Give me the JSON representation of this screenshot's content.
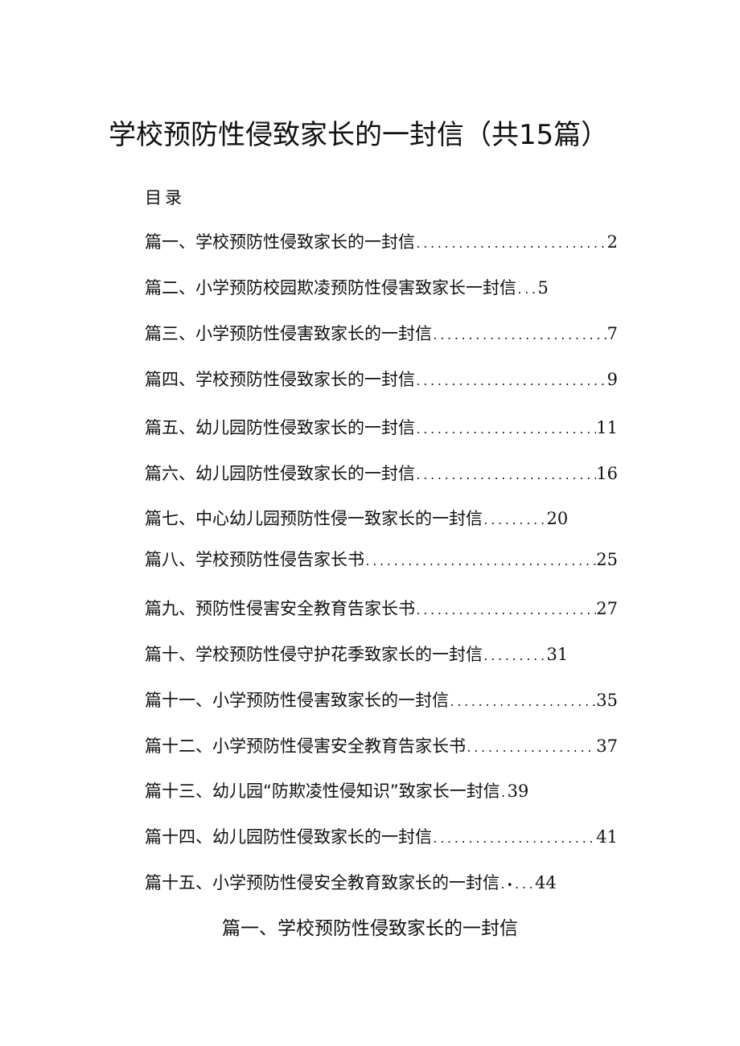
{
  "document": {
    "title": "学校预防性侵致家长的一封信（共15篇）",
    "toc_heading": "目录",
    "toc": [
      {
        "label": "篇一、学校预防性侵致家长的一封信",
        "leader": "....................................",
        "page": "2"
      },
      {
        "label": "篇二、小学预防校园欺凌预防性侵害致家长一封信",
        "leader": "...",
        "page": "5"
      },
      {
        "label": "篇三、小学预防性侵害致家长的一封信",
        "leader": "................................",
        "page": "7"
      },
      {
        "label": "篇四、学校预防性侵致家长的一封信",
        "leader": "....................................",
        "page": "9"
      },
      {
        "label": "篇五、幼儿园防性侵致家长的一封信",
        "leader": "..................................",
        "page": "11"
      },
      {
        "label": "篇六、幼儿园防性侵致家长的一封信",
        "leader": "..................................",
        "page": "16"
      },
      {
        "label": "篇七、中心幼儿园预防性侵一致家长的一封信",
        "leader": ".........",
        "page": "20"
      },
      {
        "label": "篇八、学校预防性侵告家长书",
        "leader": "...............................................",
        "page": "25"
      },
      {
        "label": "篇九、预防性侵害安全教育告家长书",
        "leader": "..................................",
        "page": "27"
      },
      {
        "label": "篇十、学校预防性侵守护花季致家长的一封信",
        "leader": ".........",
        "page": "31"
      },
      {
        "label": "篇十一、小学预防性侵害致家长的一封信",
        "leader": "..........................",
        "page": "35"
      },
      {
        "label": "篇十二、小学预防性侵害安全教育告家长书",
        "leader": "....................",
        "page": "37"
      },
      {
        "label": "篇十三、幼儿园“防欺凌性侵知识”致家长一封信",
        "leader": ".",
        "page": "39"
      },
      {
        "label": "篇十四、幼儿园防性侵致家长的一封信",
        "leader": "..............................",
        "page": "41"
      },
      {
        "label": "篇十五、小学预防性侵安全教育致家长的一封信",
        "leader": ".•...",
        "page": "44"
      }
    ],
    "section_heading": "篇一、学校预防性侵致家长的一封信"
  }
}
